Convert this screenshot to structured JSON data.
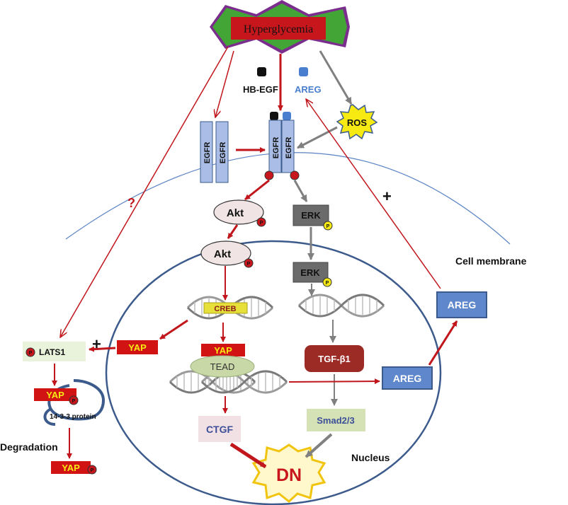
{
  "diagram": {
    "stimulus": "Hyperglycemia",
    "ligands": {
      "hbegf": "HB-EGF",
      "areg_top": "AREG"
    },
    "ros": "ROS",
    "receptor": "EGFR",
    "phospho": "P",
    "akt": "Akt",
    "erk": "ERK",
    "question": "?",
    "plus": "+",
    "cell_membrane": "Cell membrane",
    "nucleus": "Nucleus",
    "creb": "CREB",
    "yap": "YAP",
    "tead": "TEAD",
    "ctgf": "CTGF",
    "tgfb1": "TGF-β1",
    "smad": "Smad2/3",
    "areg": "AREG",
    "lats1": "LATS1",
    "protein_1433": "14-3-3 protein",
    "degradation": "Degradation",
    "dn": "DN"
  },
  "colors": {
    "red_arrow": "#c0161c",
    "gray_arrow": "#808080",
    "membrane": "#5b84c4",
    "nucleus_border": "#3c5b8c",
    "egfr_fill": "#a9bde6",
    "areg_fill": "#5e87cc",
    "yap_fill": "#d11313",
    "akt_fill": "#f1e4e4",
    "erk_fill": "#6b6b6b",
    "tgf_fill": "#9c2b26",
    "smad_fill": "#d4e2b6",
    "ctgf_fill": "#f1e1e4",
    "stimulus_outer": "#7b2d8e",
    "stimulus_mid": "#42a535",
    "stimulus_inner": "#c8171c",
    "ros_fill": "#f7ea13",
    "dn_text": "#c8171c"
  }
}
